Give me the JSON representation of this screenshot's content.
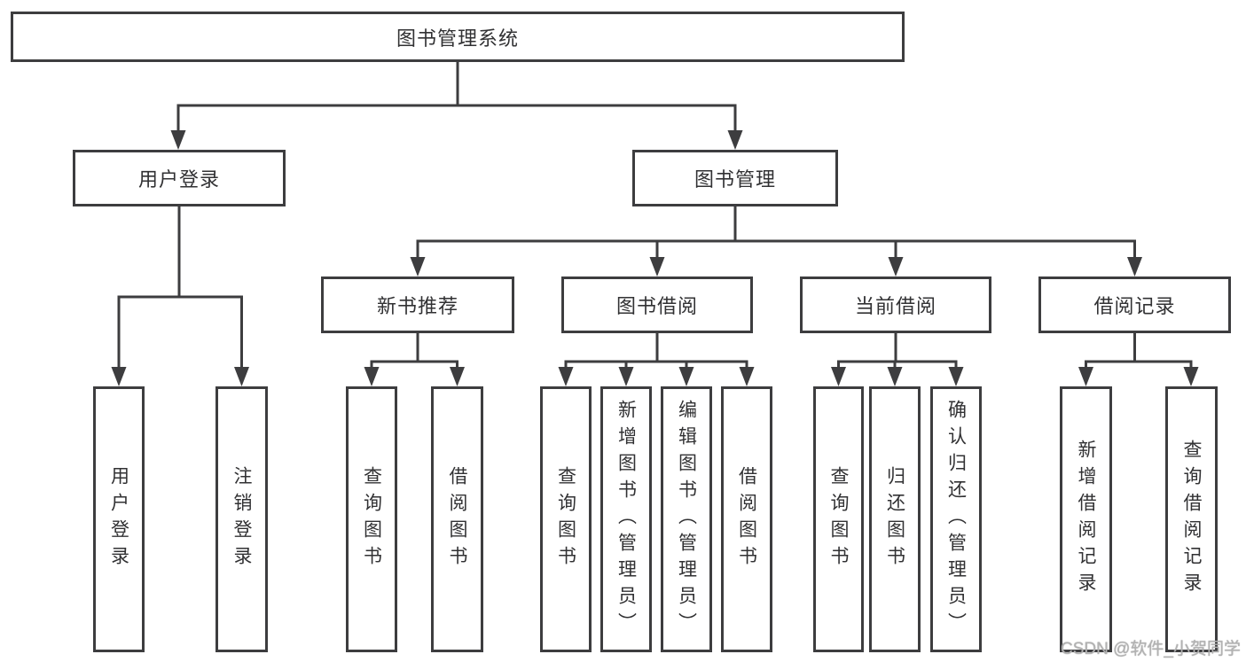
{
  "colors": {
    "line": "#3d3d3f",
    "node_border": "#3d3d3f",
    "node_text": "#313133",
    "background": "#ffffff",
    "watermark_text": "#b2b2b2"
  },
  "diagram": {
    "root": {
      "label": "图书管理系统"
    },
    "branches": [
      {
        "label": "用户登录",
        "children": [
          {
            "label": "用户登录"
          },
          {
            "label": "注销登录"
          }
        ]
      },
      {
        "label": "图书管理",
        "children": [
          {
            "label": "新书推荐",
            "children": [
              {
                "label": "查询图书"
              },
              {
                "label": "借阅图书"
              }
            ]
          },
          {
            "label": "图书借阅",
            "children": [
              {
                "label": "查询图书"
              },
              {
                "label": "新增图书（管理员）"
              },
              {
                "label": "编辑图书（管理员）"
              },
              {
                "label": "借阅图书"
              }
            ]
          },
          {
            "label": "当前借阅",
            "children": [
              {
                "label": "查询图书"
              },
              {
                "label": "归还图书"
              },
              {
                "label": "确认归还（管理员）"
              }
            ]
          },
          {
            "label": "借阅记录",
            "children": [
              {
                "label": "新增借阅记录"
              },
              {
                "label": "查询借阅记录"
              }
            ]
          }
        ]
      }
    ]
  },
  "watermark": {
    "text": "CSDN @软件_小贺同学"
  }
}
